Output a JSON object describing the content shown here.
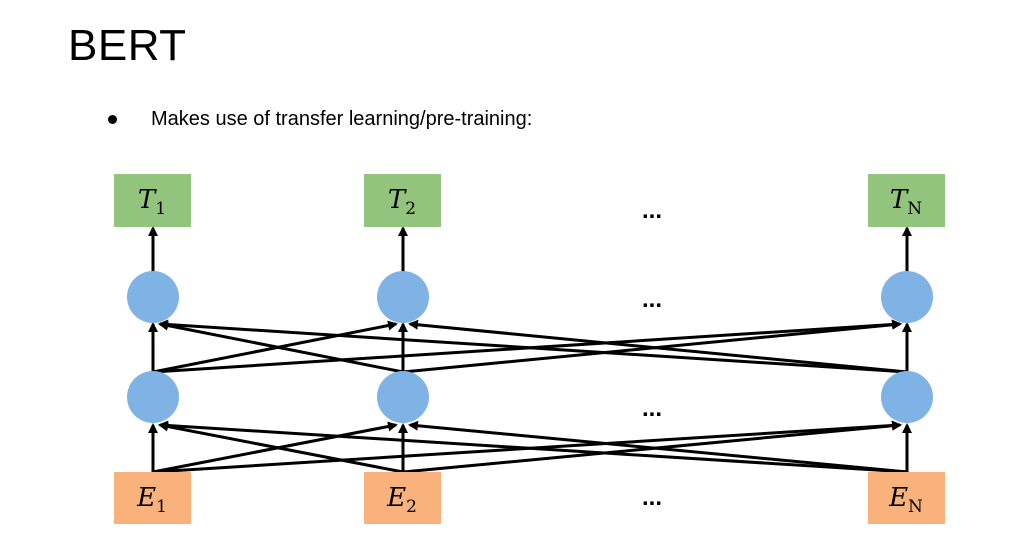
{
  "slide": {
    "title": "BERT",
    "bullet": "Makes use of transfer learning/pre-training:"
  },
  "diagram": {
    "output_tokens": [
      {
        "base": "T",
        "sub": "1"
      },
      {
        "base": "T",
        "sub": "2"
      },
      {
        "base": "T",
        "sub": "N"
      }
    ],
    "input_tokens": [
      {
        "base": "E",
        "sub": "1"
      },
      {
        "base": "E",
        "sub": "2"
      },
      {
        "base": "E",
        "sub": "N"
      }
    ],
    "ellipsis": "...",
    "layers": 2,
    "colors": {
      "output_box": "#93c47d",
      "input_box": "#f9b27b",
      "node": "#7fb2e5",
      "edge": "#000000"
    }
  }
}
